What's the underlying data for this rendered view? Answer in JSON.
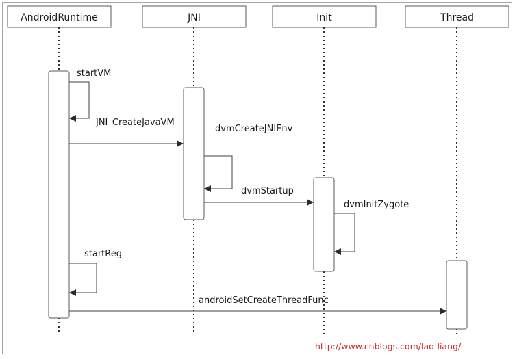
{
  "lifelines": [
    {
      "id": "androidruntime",
      "label": "AndroidRuntime"
    },
    {
      "id": "jni",
      "label": "JNI"
    },
    {
      "id": "init",
      "label": "Init"
    },
    {
      "id": "thread",
      "label": "Thread"
    }
  ],
  "messages": [
    {
      "id": "startvm",
      "label": "startVM",
      "from": "androidruntime",
      "to": "androidruntime"
    },
    {
      "id": "jni-createjavavm",
      "label": "JNI_CreateJavaVM",
      "from": "androidruntime",
      "to": "jni"
    },
    {
      "id": "dvmcreatejnienv",
      "label": "dvmCreateJNIEnv",
      "from": "jni",
      "to": "jni"
    },
    {
      "id": "dvmstartup",
      "label": "dvmStartup",
      "from": "jni",
      "to": "init"
    },
    {
      "id": "dvminitzygote",
      "label": "dvmInitZygote",
      "from": "init",
      "to": "init"
    },
    {
      "id": "startreg",
      "label": "startReg",
      "from": "androidruntime",
      "to": "androidruntime"
    },
    {
      "id": "androidsetcreatethreadfunc",
      "label": "androidSetCreateThreadFunc",
      "from": "androidruntime",
      "to": "thread"
    }
  ],
  "watermark": "http://www.cnblogs.com/lao-liang/",
  "colors": {
    "line": "#404040",
    "box_border": "#5a5a5a",
    "watermark": "#cc2a2a"
  }
}
